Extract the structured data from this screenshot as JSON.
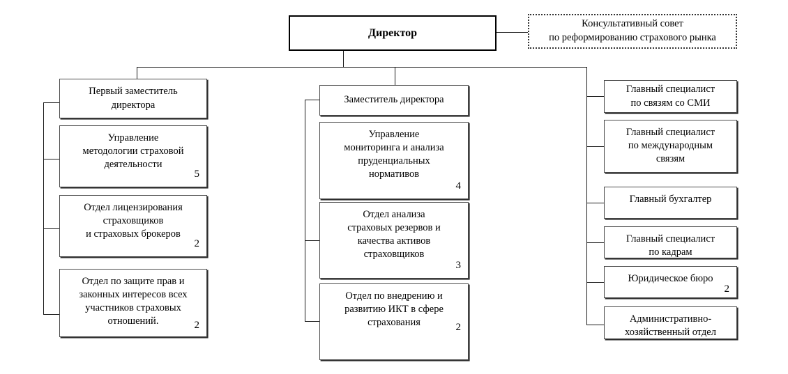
{
  "diagram": {
    "title_box": {
      "label": "Директор"
    },
    "advisory_box": {
      "label": "Консультативный совет\nпо реформированию страхового рынка"
    },
    "left_column": [
      {
        "label": "Первый заместитель\nдиректора",
        "count": ""
      },
      {
        "label": "Управление\nметодологии страховой\nдеятельности",
        "count": "5"
      },
      {
        "label": "Отдел лицензирования\nстраховщиков\nи страховых брокеров",
        "count": "2"
      },
      {
        "label": "Отдел по защите прав и\nзаконных интересов всех\nучастников страховых\nотношений.",
        "count": "2"
      }
    ],
    "middle_column": [
      {
        "label": "Заместитель директора",
        "count": ""
      },
      {
        "label": "Управление\nмониторинга и анализа\nпруденциальных\nнормативов",
        "count": "4"
      },
      {
        "label": "Отдел анализа\nстраховых резервов и\nкачества активов\nстраховщиков",
        "count": "3"
      },
      {
        "label": "Отдел по внедрению и\nразвитию ИКТ в сфере\nстрахования",
        "count": "2"
      }
    ],
    "right_column": [
      {
        "label": "Главный специалист\nпо связям со СМИ",
        "count": ""
      },
      {
        "label": "Главный специалист\nпо международным\nсвязям",
        "count": ""
      },
      {
        "label": "Главный бухгалтер",
        "count": ""
      },
      {
        "label": "Главный специалист\nпо кадрам",
        "count": ""
      },
      {
        "label": "Юридическое бюро",
        "count": "2"
      },
      {
        "label": "Административно-\nхозяйственный отдел",
        "count": ""
      }
    ],
    "colors": {
      "box_border": "#4a4a4a",
      "line": "#1a1a1a",
      "background": "#ffffff"
    }
  }
}
